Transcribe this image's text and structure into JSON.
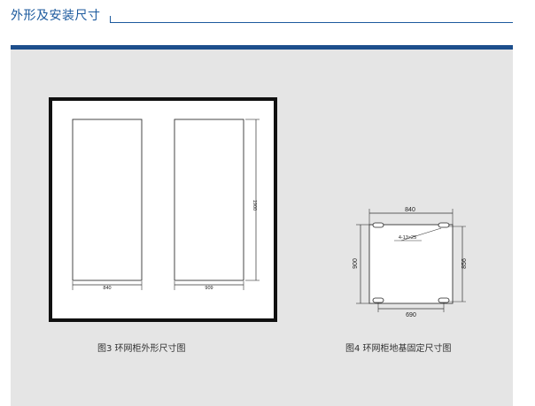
{
  "header": {
    "title": "外形及安装尺寸"
  },
  "figure3": {
    "cabinet1_width_label": "840",
    "cabinet2_width_label": "909",
    "height_label": "1900",
    "caption": "图3 环网柜外形尺寸图"
  },
  "figure4": {
    "top_width_label": "840",
    "bottom_width_label": "690",
    "left_height_label": "900",
    "right_height_label": "856",
    "slot_label": "4-13×25",
    "caption": "图4 环网柜地基固定尺寸图"
  },
  "colors": {
    "title": "#1c5a9e",
    "accent_bar": "#1d4f8c",
    "panel_bg": "#e5e5e5",
    "line": "#222222"
  }
}
